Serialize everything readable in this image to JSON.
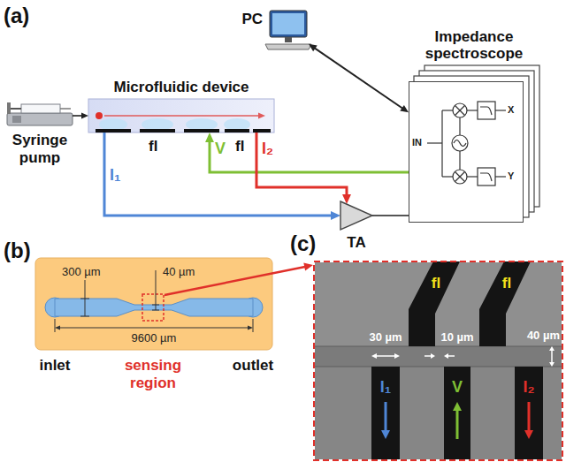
{
  "diagram": {
    "nodes": [
      {
        "text": [
          "Syringe pump"
        ]
      },
      {
        "text": [
          "Microfluidic device"
        ]
      },
      {
        "text": [
          "PC"
        ]
      },
      {
        "text": [
          "Impedance spectroscope"
        ]
      },
      {
        "text": [
          "TA"
        ]
      }
    ],
    "edges": [
      {
        "from": 0,
        "to": 1,
        "arrow": "to"
      },
      {
        "from": 2,
        "to": 3,
        "arrow": "both"
      },
      {
        "from": 1,
        "to": 4,
        "label": "I₁",
        "arrow": "to"
      },
      {
        "from": 3,
        "to": 1,
        "label": "V",
        "arrow": "to"
      },
      {
        "from": 1,
        "to": 4,
        "label": "I₂",
        "arrow": "to"
      },
      {
        "from": 4,
        "to": 3,
        "arrow": "none"
      }
    ],
    "labels": [
      "(a)",
      "fl",
      "fl",
      "IN",
      "X",
      "Y",
      "(b)",
      "300 µm",
      "40 µm",
      "9600 µm",
      "inlet",
      "sensing region",
      "outlet",
      "(c)",
      "fl",
      "fl",
      "30 µm",
      "10 µm",
      "40 µm",
      "I₁",
      "V",
      "I₂"
    ]
  }
}
